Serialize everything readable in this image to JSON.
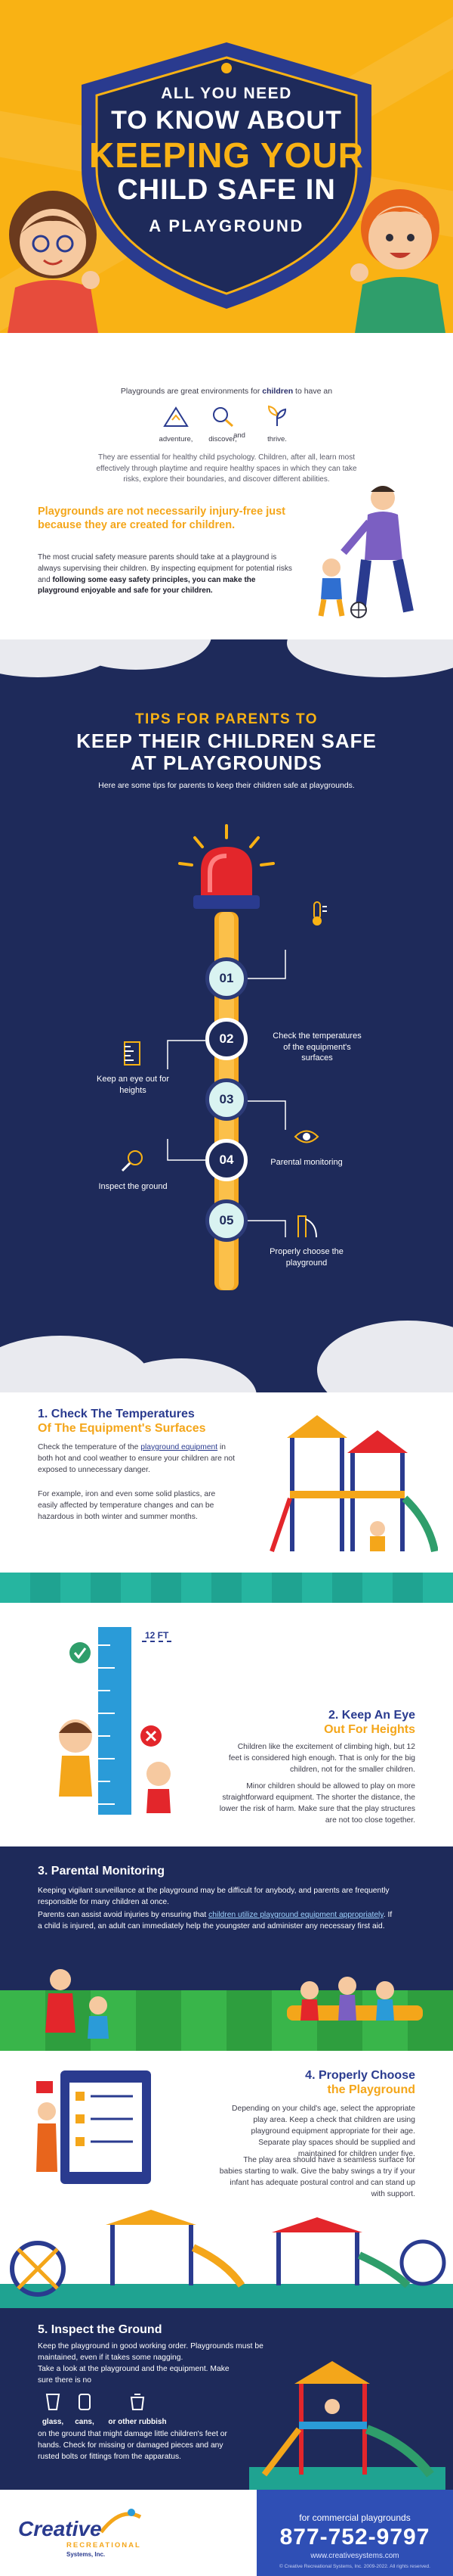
{
  "hero": {
    "line1": "ALL YOU NEED",
    "line2": "TO KNOW ABOUT",
    "line3": "KEEPING YOUR",
    "line4": "CHILD SAFE IN",
    "line5": "A PLAYGROUND"
  },
  "intro": {
    "p1_before": "Playgrounds are great environments for ",
    "p1_bold": "children",
    "p1_after": " to have an",
    "triad": [
      "adventure,",
      "discover,",
      "and",
      "thrive."
    ],
    "p2": "They are essential for healthy child psychology. Children, after all, learn most effectively through playtime and require healthy spaces in which they can take risks, explore their boundaries, and discover different abilities.",
    "heading": "Playgrounds are not necessarily injury-free just because they are created for children.",
    "p3_before": "The most crucial safety measure parents should take at a playground is always supervising their children. By inspecting equipment for potential risks and ",
    "p3_bold": "following some easy safety principles, you can make the playground enjoyable and safe for your children.",
    "colors": {
      "accent": "#f4a61a",
      "navy": "#1e2a5a"
    }
  },
  "tips": {
    "pre": "TIPS FOR PARENTS TO",
    "title1": "KEEP THEIR CHILDREN SAFE",
    "title2": "AT PLAYGROUNDS",
    "subtitle": "Here are some tips for parents to keep their children safe at playgrounds.",
    "steps": [
      "01",
      "02",
      "03",
      "04",
      "05"
    ],
    "items": [
      {
        "label": "Check the temperatures of the equipment's surfaces",
        "icon": "thermometer-icon"
      },
      {
        "label": "Keep an eye out for heights",
        "icon": "height-ruler-icon"
      },
      {
        "label": "Parental monitoring",
        "icon": "eye-icon"
      },
      {
        "label": "Inspect the ground",
        "icon": "magnifier-icon"
      },
      {
        "label": "Properly choose the playground",
        "icon": "slide-icon"
      }
    ]
  },
  "s1": {
    "head1": "1. Check The Temperatures",
    "head2": "Of The Equipment's Surfaces",
    "b1_before": "Check the temperature of the ",
    "b1_link": "playground equipment",
    "b1_after": " in both hot and cool weather to ensure your children are not exposed to unnecessary danger.",
    "b2": "For example, iron and even some solid plastics, are easily affected by temperature changes and can be hazardous in both winter and summer months."
  },
  "s2": {
    "ruler_label": "12 FT",
    "head1": "2. Keep An Eye",
    "head2": "Out For Heights",
    "b1": "Children like the excitement of climbing high, but 12 feet is considered high enough. That is only for the big children, not for the smaller children.",
    "b2": "Minor children should be allowed to play on more straightforward equipment. The shorter the distance, the lower the risk of harm. Make sure that the play structures are not too close together."
  },
  "s3": {
    "head": "3. Parental Monitoring",
    "b1": "Keeping vigilant surveillance at the playground may be difficult for anybody, and parents are frequently responsible for many children at once.",
    "b2_before": "Parents can assist avoid injuries by ensuring that ",
    "b2_link": "children utilize playground equipment appropriately",
    "b2_after": ". If a child is injured, an adult can immediately help the youngster and administer any necessary first aid."
  },
  "s4": {
    "head1": "4. Properly Choose",
    "head2": "the Playground",
    "b1": "Depending on your child's age, select the appropriate play area. Keep a check that children are using playground equipment appropriate for their age. Separate play spaces should be supplied and maintained for children under five.",
    "b2": "The play area should have a seamless surface for babies starting to walk. Give the baby swings a try if your infant has adequate postural control and can stand up with support."
  },
  "s5": {
    "head": "5. Inspect the Ground",
    "b1": "Keep the playground in good working order. Playgrounds must be maintained, even if it takes some nagging.",
    "b2": "Take a look at the playground and the equipment. Make sure there is no",
    "debris": [
      "glass,",
      "cans,",
      "or other rubbish"
    ],
    "b3": "on the ground that might damage little children's feet or hands. Check for missing or damaged pieces and any rusted bolts or fittings from the apparatus."
  },
  "footer": {
    "logo_word": "Creative",
    "logo_sub": "RECREATIONAL",
    "logo_sys": "Systems, Inc.",
    "tagline": "for commercial playgrounds",
    "phone": "877-752-9797",
    "website": "www.creativesystems.com",
    "copyright": "© Creative Recreational Systems, Inc. 2009-2022. All rights reserved."
  }
}
